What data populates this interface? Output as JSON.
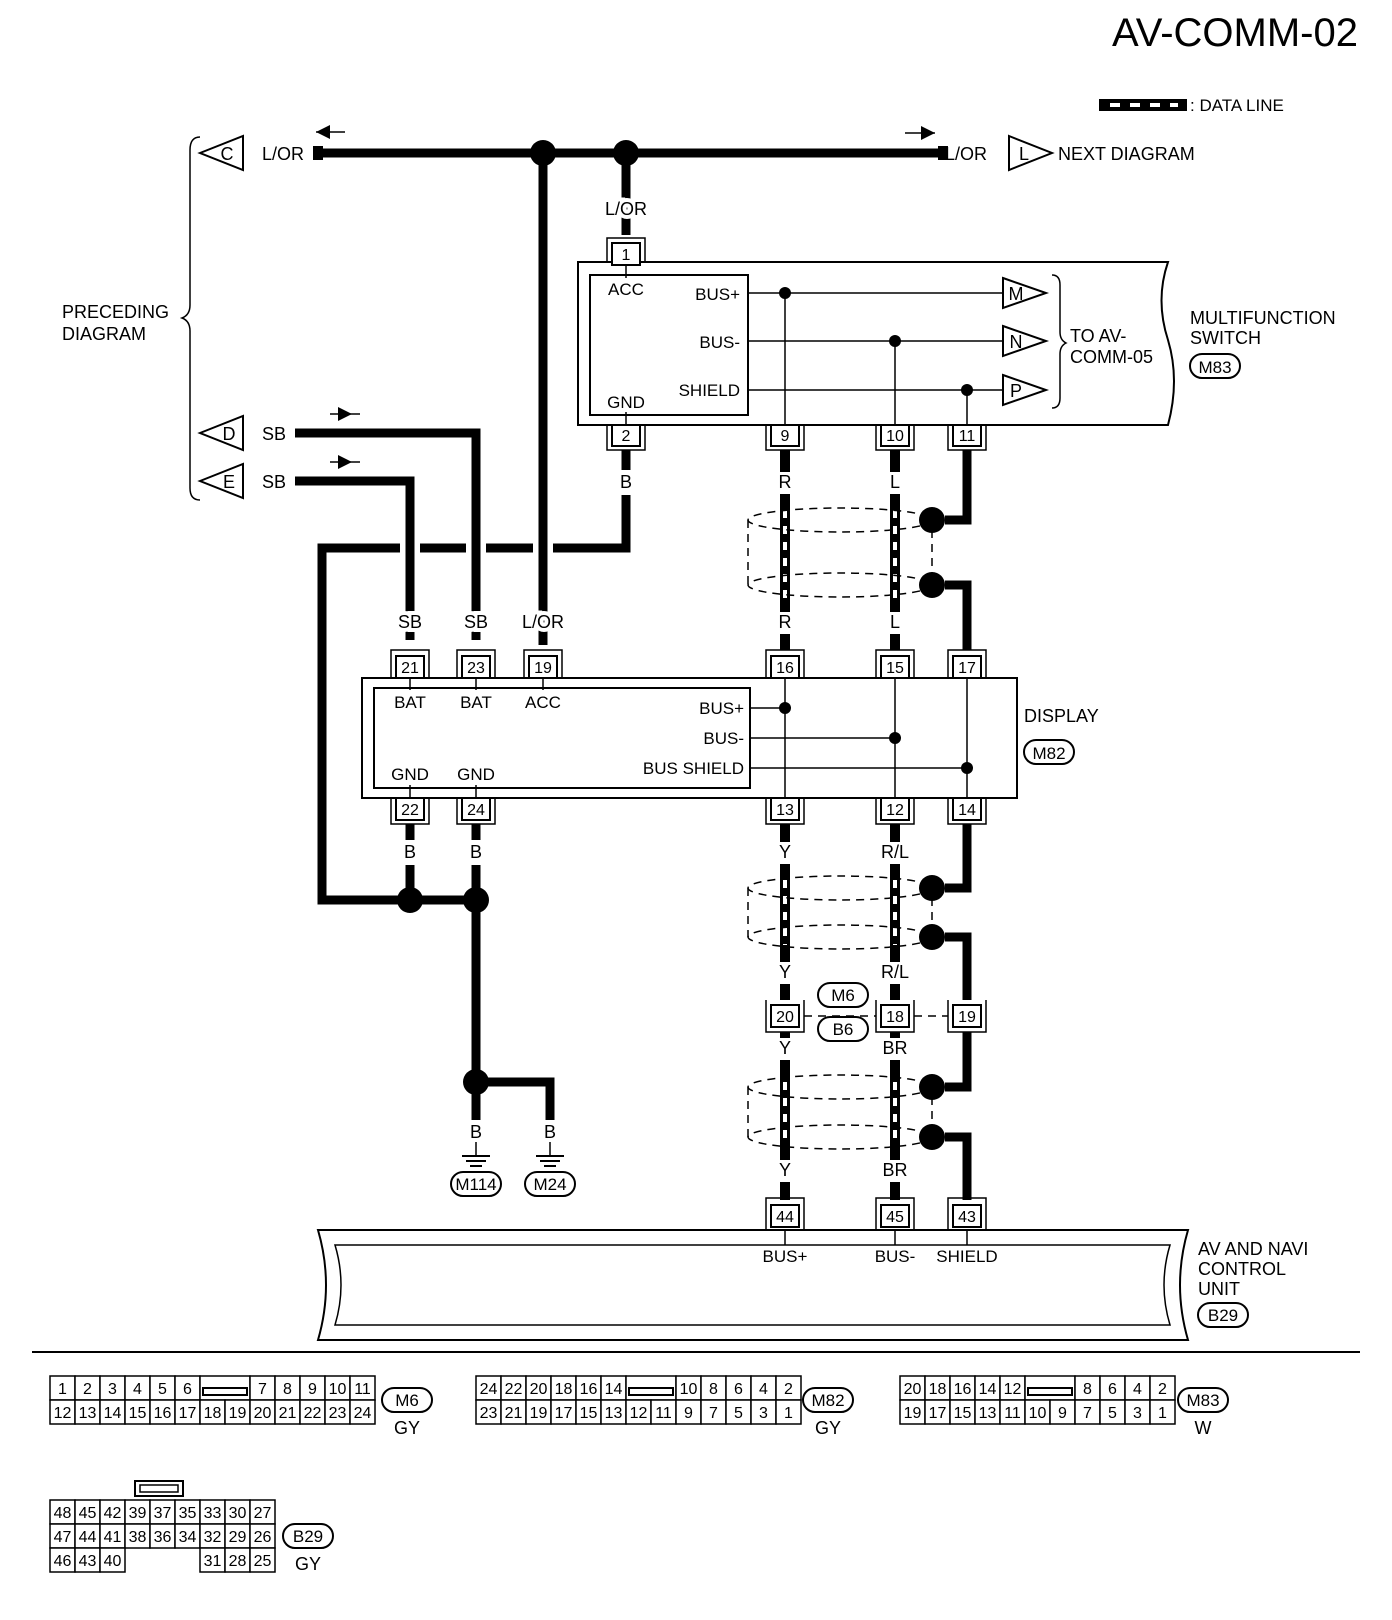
{
  "title": "AV-COMM-02",
  "legend": {
    "data_line_label": ": DATA LINE"
  },
  "preceding": {
    "line1": "PRECEDING",
    "line2": "DIAGRAM"
  },
  "next_diagram": "NEXT DIAGRAM",
  "connectors": {
    "c": "C",
    "d": "D",
    "e": "E",
    "l": "L",
    "m": "M",
    "n": "N",
    "p": "P"
  },
  "to_av": {
    "line1": "TO AV-",
    "line2": "COMM-05"
  },
  "wire_colors": {
    "lor": "L/OR",
    "sb": "SB",
    "b": "B",
    "r": "R",
    "l": "L",
    "y": "Y",
    "rl": "R/L",
    "br": "BR"
  },
  "multifunction": {
    "line1": "MULTIFUNCTION",
    "line2": "SWITCH",
    "code": "M83",
    "acc": "ACC",
    "gnd": "GND",
    "bus_plus": "BUS+",
    "bus_minus": "BUS-",
    "shield": "SHIELD",
    "pins": {
      "p1": "1",
      "p2": "2",
      "p9": "9",
      "p10": "10",
      "p11": "11"
    }
  },
  "display": {
    "label": "DISPLAY",
    "code": "M82",
    "bat": "BAT",
    "acc": "ACC",
    "gnd": "GND",
    "bus_plus": "BUS+",
    "bus_minus": "BUS-",
    "bus_shield": "BUS SHIELD",
    "pins": {
      "p21": "21",
      "p23": "23",
      "p19": "19",
      "p16": "16",
      "p15": "15",
      "p17": "17",
      "p22": "22",
      "p24": "24",
      "p13": "13",
      "p12": "12",
      "p14": "14"
    }
  },
  "joint": {
    "m6": "M6",
    "b6": "B6",
    "p20": "20",
    "p18": "18",
    "p19": "19"
  },
  "grounds": {
    "g1": "M114",
    "g2": "M24"
  },
  "av_navi": {
    "line1": "AV AND NAVI",
    "line2": "CONTROL",
    "line3": "UNIT",
    "code": "B29",
    "bus_plus": "BUS+",
    "bus_minus": "BUS-",
    "shield": "SHIELD",
    "pins": {
      "p44": "44",
      "p45": "45",
      "p43": "43"
    }
  },
  "connector_faces": {
    "m6": {
      "code": "M6",
      "color": "GY",
      "top": [
        "1",
        "2",
        "3",
        "4",
        "5",
        "6",
        "",
        "7",
        "8",
        "9",
        "10",
        "11"
      ],
      "bottom": [
        "12",
        "13",
        "14",
        "15",
        "16",
        "17",
        "18",
        "19",
        "20",
        "21",
        "22",
        "23",
        "24"
      ]
    },
    "m82": {
      "code": "M82",
      "color": "GY",
      "top": [
        "24",
        "22",
        "20",
        "18",
        "16",
        "14",
        "",
        "10",
        "8",
        "6",
        "4",
        "2"
      ],
      "bottom": [
        "23",
        "21",
        "19",
        "17",
        "15",
        "13",
        "12",
        "11",
        "9",
        "7",
        "5",
        "3",
        "1"
      ]
    },
    "m83": {
      "code": "M83",
      "color": "W",
      "top": [
        "20",
        "18",
        "16",
        "14",
        "12",
        "",
        "8",
        "6",
        "4",
        "2"
      ],
      "bottom": [
        "19",
        "17",
        "15",
        "13",
        "11",
        "10",
        "9",
        "7",
        "5",
        "3",
        "1"
      ]
    },
    "b29": {
      "code": "B29",
      "color": "GY",
      "row1": [
        "48",
        "45",
        "42",
        "39",
        "37",
        "35",
        "33",
        "30",
        "27"
      ],
      "row2": [
        "47",
        "44",
        "41",
        "38",
        "36",
        "34",
        "32",
        "29",
        "26"
      ],
      "row3": [
        "46",
        "43",
        "40",
        "",
        "",
        "",
        "31",
        "28",
        "25"
      ]
    }
  }
}
